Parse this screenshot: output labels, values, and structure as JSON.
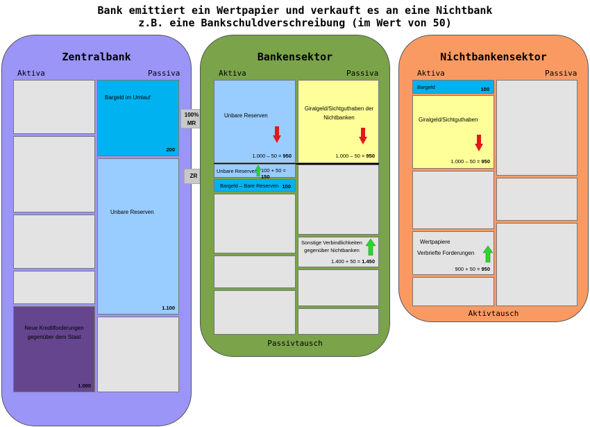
{
  "title": {
    "line1": "Bank emittiert ein Wertpapier und verkauft es an eine Nichtbank",
    "line2": "z.B. eine Bankschuldverschreibung (im Wert von 50)"
  },
  "colors": {
    "zentralbank": "#9b95f7",
    "bankensektor": "#7aa34a",
    "nichtbanken": "#f99a63",
    "box_grey": "#e3e3e3",
    "box_blue": "#00b2f0",
    "box_lightblue": "#99ccff",
    "box_yellow": "#ffff99",
    "box_purple": "#66458f",
    "arrow_down": "#e0181b",
    "arrow_up": "#2bd62b"
  },
  "zentralbank": {
    "title": "Zentralbank",
    "aktiva": "Aktiva",
    "passiva": "Passiva",
    "bargeld_label": "Bargeld im Umlauf",
    "bargeld_value": "200",
    "reserven_label": "Unbare Reserven",
    "reserven_value": "1.100",
    "kredit_label": "Neue Kreditforderungen gegenüber dem Staat",
    "kredit_value": "1.000"
  },
  "banken": {
    "title": "Bankensektor",
    "aktiva": "Aktiva",
    "passiva": "Passiva",
    "reserven_label": "Unbare Reserven",
    "reserven_calc": "1.000 – 50 = ",
    "reserven_result": "950",
    "giral_label": "Giralgeld/Sichtguthaben der Nichtbanken",
    "giral_calc": "1.000 – 50 = ",
    "giral_result": "950",
    "zr_reserven_label": "Unbare Reserven",
    "zr_calc": "100 + 50 = ",
    "zr_result": "150",
    "bare_label": "Bargeld – Bare Reserven",
    "bare_value": "100",
    "sonstige_label": "Sonstige Verbindlichkeiten gegenüber Nichtbanken",
    "sonstige_calc": "1.400 + 50 = ",
    "sonstige_result": "1.450",
    "mr_tag": "100% MR",
    "zr_tag": "ZR",
    "footer": "Passivtausch"
  },
  "nichtbanken": {
    "title": "Nichtbankensektor",
    "aktiva": "Aktiva",
    "passiva": "Passiva",
    "bargeld_label": "Bargeld",
    "bargeld_value": "100",
    "giral_label": "Giralgeld/Sichtguthaben",
    "giral_calc": "1.000 – 50 = ",
    "giral_result": "950",
    "wp_label1": "Wertpapiere",
    "wp_label2": "Verbriefte Forderungen",
    "wp_calc": "900 + 50 = ",
    "wp_result": "950",
    "footer": "Aktivtausch"
  }
}
